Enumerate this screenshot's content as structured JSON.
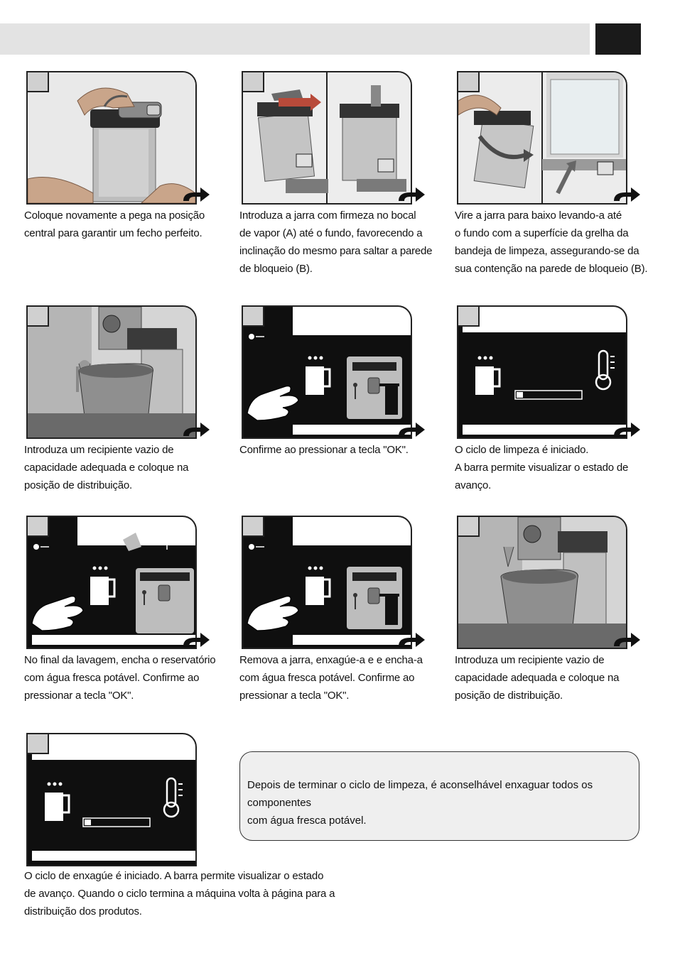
{
  "header": {
    "bar": "",
    "tab": ""
  },
  "steps": [
    {
      "caption": [
        "Coloque novamente a pega na posição",
        "central para garantir um fecho perfeito."
      ]
    },
    {
      "caption": [
        "Introduza a jarra com firmeza no bocal",
        "de vapor (A) até o fundo, favorecendo a",
        "inclinação do mesmo para saltar a parede",
        "de bloqueio (B)."
      ]
    },
    {
      "caption": [
        "Vire a jarra para baixo levando-a até",
        "o fundo com a superfície da grelha da",
        "bandeja de limpeza, assegurando-se da",
        "sua contenção na parede de bloqueio (B)."
      ]
    },
    {
      "caption": [
        "Introduza um recipiente vazio de",
        "capacidade adequada e coloque na",
        "posição de distribuição."
      ]
    },
    {
      "caption": [
        "Confirme ao pressionar a tecla \"OK\"."
      ]
    },
    {
      "caption": [
        "O ciclo de limpeza é iniciado.",
        "A barra permite visualizar o estado de",
        "avanço."
      ]
    },
    {
      "caption": [
        "No final da lavagem, encha o reservatório",
        "com água fresca potável. Confirme ao",
        "pressionar a tecla \"OK\"."
      ]
    },
    {
      "caption": [
        "Remova a jarra, enxagúe-a e e encha-a",
        "com água fresca potável. Confirme ao",
        "pressionar a tecla \"OK\"."
      ]
    },
    {
      "caption": [
        "Introduza um recipiente vazio de",
        "capacidade adequada e coloque na",
        "posição de distribuição."
      ]
    },
    {
      "caption": [
        "O ciclo de enxagúe é iniciado. A barra permite visualizar o estado",
        "de avanço. Quando o ciclo termina a máquina volta à página para a",
        "distribuição dos produtos."
      ]
    }
  ],
  "note": {
    "lines": [
      "Depois de terminar o ciclo de limpeza, é aconselhável enxaguar todos os componentes",
      "com água fresca potável."
    ]
  },
  "progress": {
    "cleaning_fraction": 0.1,
    "rinse_fraction": 0.1
  },
  "icons": [
    "hand-pointer-icon",
    "milk-jug-icon",
    "thermometer-icon",
    "arrow-next-icon",
    "water-tank-icon",
    "machine-icon"
  ]
}
